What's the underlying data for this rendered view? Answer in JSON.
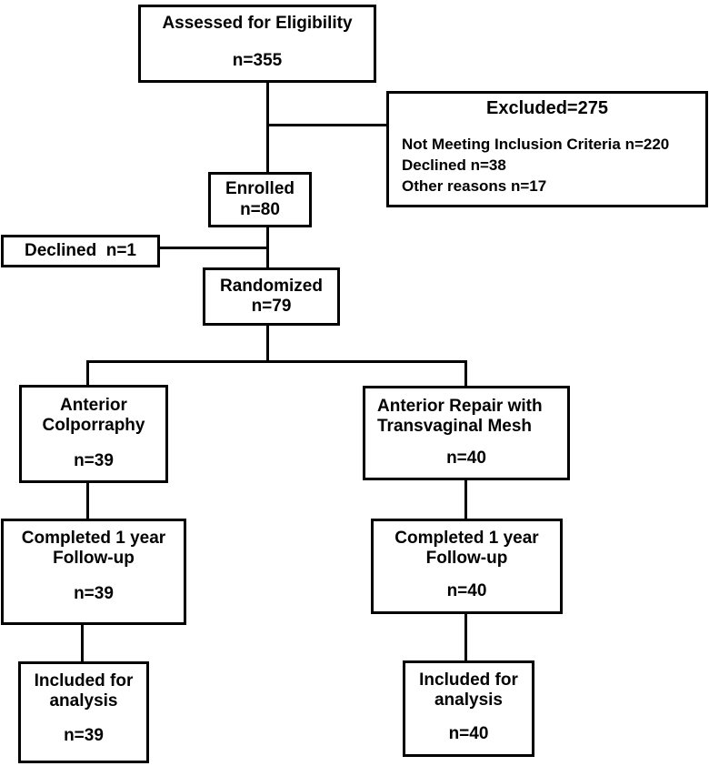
{
  "diagram": {
    "type": "consort-flow",
    "colors": {
      "line": "#000000",
      "background": "#ffffff",
      "text": "#000000"
    },
    "assessed": {
      "title": "Assessed for Eligibility",
      "n": "n=355"
    },
    "excluded": {
      "title": "Excluded=275",
      "lines": [
        "Not Meeting Inclusion Criteria n=220",
        "Declined n=38",
        "Other reasons n=17"
      ]
    },
    "enrolled": {
      "title": "Enrolled",
      "n": "n=80"
    },
    "declined": {
      "label": "Declined  n=1"
    },
    "randomized": {
      "title": "Randomized",
      "n": "n=79"
    },
    "arm_left": {
      "title_line1": "Anterior",
      "title_line2": "Colporraphy",
      "n": "n=39"
    },
    "arm_right": {
      "title_line1": "Anterior Repair with",
      "title_line2": "Transvaginal Mesh",
      "n": "n=40"
    },
    "followup_left": {
      "title_line1": "Completed 1 year",
      "title_line2": "Follow-up",
      "n": "n=39"
    },
    "followup_right": {
      "title_line1": "Completed 1 year",
      "title_line2": "Follow-up",
      "n": "n=40"
    },
    "analysis_left": {
      "title_line1": "Included for",
      "title_line2": "analysis",
      "n": "n=39"
    },
    "analysis_right": {
      "title_line1": "Included for",
      "title_line2": "analysis",
      "n": "n=40"
    }
  }
}
